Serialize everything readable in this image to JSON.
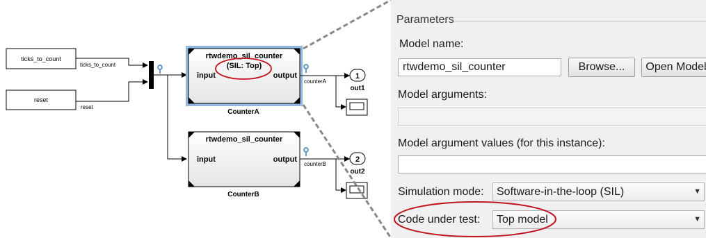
{
  "diagram": {
    "inputs": [
      {
        "label": "ticks_to_count",
        "signal": "ticks_to_count"
      },
      {
        "label": "reset",
        "signal": "reset"
      }
    ],
    "models": [
      {
        "name": "rtwdemo_sil_counter",
        "badge": "(SIL: Top)",
        "in_port": "input",
        "out_port": "output",
        "caption": "CounterA",
        "signal": "counterA"
      },
      {
        "name": "rtwdemo_sil_counter",
        "badge": "",
        "in_port": "input",
        "out_port": "output",
        "caption": "CounterB",
        "signal": "counterB"
      }
    ],
    "outports": [
      {
        "number": "1",
        "label": "out1"
      },
      {
        "number": "2",
        "label": "out2"
      }
    ]
  },
  "panel": {
    "section_title": "Parameters",
    "model_name_label": "Model name:",
    "model_name_value": "rtwdemo_sil_counter",
    "browse_label": "Browse...",
    "open_model_label": "Open Model",
    "model_args_label": "Model arguments:",
    "model_args_value": "",
    "model_arg_values_label": "Model argument values (for this instance):",
    "model_arg_values_value": "",
    "sim_mode_label": "Simulation mode:",
    "sim_mode_value": "Software-in-the-loop (SIL)",
    "code_under_test_label": "Code under test:",
    "code_under_test_value": "Top model"
  },
  "colors": {
    "highlight_red": "#c0141d",
    "selection_blue": "#8fb6de",
    "signal_icon_blue": "#3a7fc0",
    "panel_background": "#f0f0f0"
  }
}
